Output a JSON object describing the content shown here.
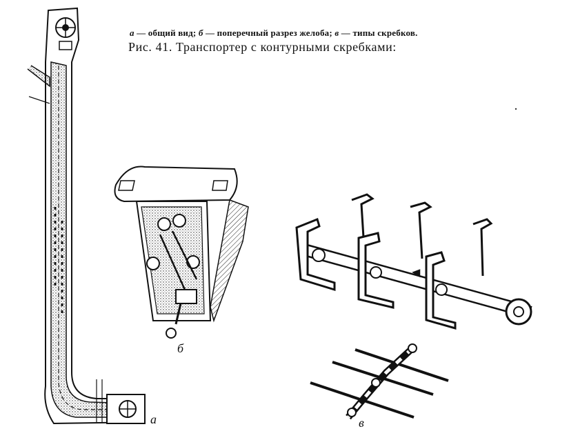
{
  "figure": {
    "subcaption": {
      "a_letter": "а",
      "a_text": " — общий вид; ",
      "b_letter": "б",
      "b_text": " — поперечный разрез желоба; ",
      "v_letter": "в",
      "v_text": " — типы скребков."
    },
    "caption": "Рис. 41. Транспортер с контурными скребками:",
    "panels": {
      "a": {
        "label": "а"
      },
      "b": {
        "label": "б"
      },
      "v": {
        "label": "в"
      }
    }
  }
}
